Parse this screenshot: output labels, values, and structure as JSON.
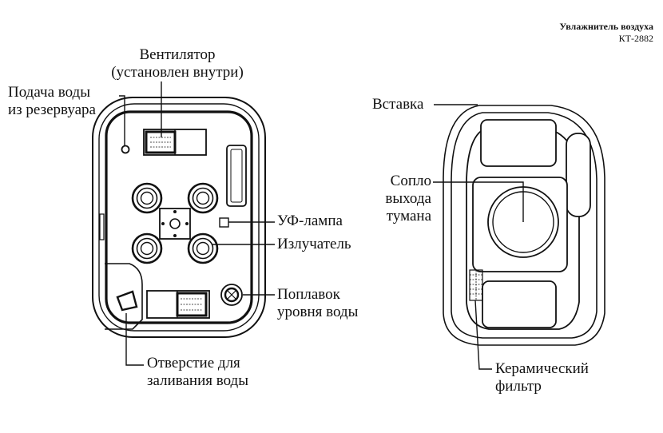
{
  "header": {
    "product": "Увлажнитель воздуха",
    "model": "КТ-2882"
  },
  "labels": {
    "fan_line1": "Вентилятор",
    "fan_line2": "(установлен внутри)",
    "water_supply_line1": "Подача воды",
    "water_supply_line2": "из резервуара",
    "uv_lamp": "УФ-лампа",
    "emitter": "Излучатель",
    "float_line1": "Поплавок",
    "float_line2": "уровня воды",
    "fill_hole_line1": "Отверстие для",
    "fill_hole_line2": "заливания воды",
    "insert": "Вставка",
    "nozzle_line1": "Сопло",
    "nozzle_line2": "выхода",
    "nozzle_line3": "тумана",
    "filter_line1": "Керамический",
    "filter_line2": "фильтр"
  },
  "colors": {
    "line": "#111111",
    "background": "#ffffff"
  }
}
